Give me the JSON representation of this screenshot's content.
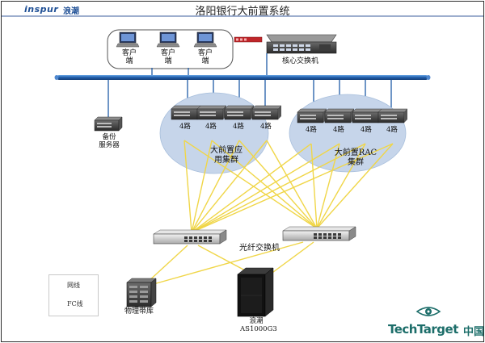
{
  "header": {
    "brand_en": "inspur",
    "brand_cn": "浪潮",
    "title": "洛阳银行大前置系统"
  },
  "clients": {
    "items": [
      {
        "label_line1": "客户",
        "label_line2": "端"
      },
      {
        "label_line1": "客户",
        "label_line2": "端"
      },
      {
        "label_line1": "客户",
        "label_line2": "端"
      }
    ]
  },
  "core_switch": {
    "label": "核心交换机"
  },
  "backup_server": {
    "label_line1": "备份",
    "label_line2": "服务器"
  },
  "app_cluster": {
    "label_line1": "大前置应",
    "label_line2": "用集群",
    "servers": [
      {
        "label": "4路"
      },
      {
        "label": "4路"
      },
      {
        "label": "4路"
      },
      {
        "label": "4路"
      }
    ]
  },
  "rac_cluster": {
    "label_line1": "大前置RAC",
    "label_line2": "集群",
    "servers": [
      {
        "label": "4路"
      },
      {
        "label": "4路"
      },
      {
        "label": "4路"
      },
      {
        "label": "4路"
      }
    ]
  },
  "fc_switch": {
    "label": "光纤交换机"
  },
  "tape_library": {
    "label": "物理带库"
  },
  "storage": {
    "label_line1": "浪潮",
    "label_line2": "AS1000G3"
  },
  "legend": {
    "network_label": "网线",
    "fc_label": "FC线",
    "network_color": "#1f5ca8",
    "fc_color": "#f0d648"
  },
  "watermark": {
    "brand": "TechTarget",
    "brand_cn": "中国"
  }
}
